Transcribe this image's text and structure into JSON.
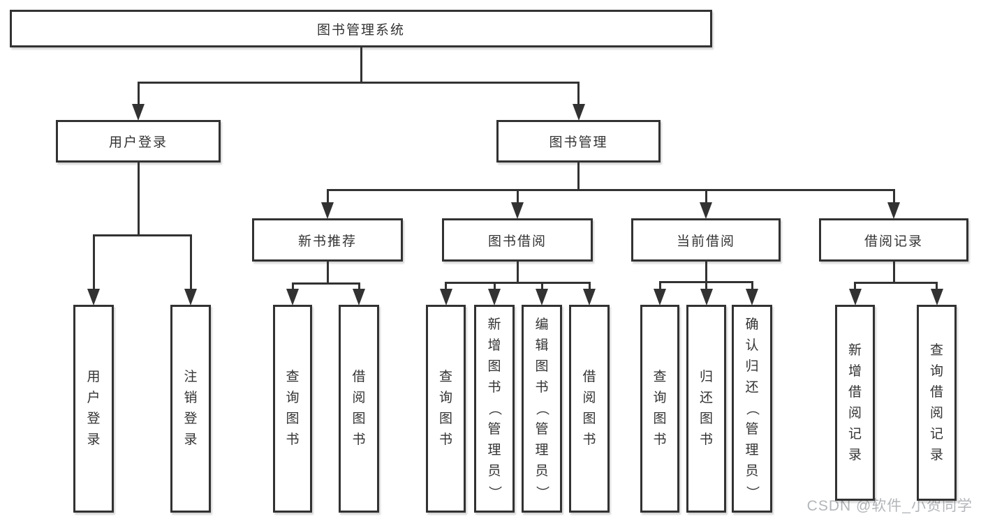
{
  "diagram": {
    "title": "图书管理系统",
    "line_color": "#323232",
    "box_bg": "#ffffff",
    "text_color": "#333333",
    "nodes": [
      {
        "id": "root",
        "label": "图书管理系统",
        "level": 0,
        "parent": null,
        "vertical": false
      },
      {
        "id": "user-login",
        "label": "用户登录",
        "level": 1,
        "parent": "root",
        "vertical": false
      },
      {
        "id": "book-mgmt",
        "label": "图书管理",
        "level": 1,
        "parent": "root",
        "vertical": false
      },
      {
        "id": "new-book-rec",
        "label": "新书推荐",
        "level": 2,
        "parent": "book-mgmt",
        "vertical": false
      },
      {
        "id": "book-borrow",
        "label": "图书借阅",
        "level": 2,
        "parent": "book-mgmt",
        "vertical": false
      },
      {
        "id": "current-borrow",
        "label": "当前借阅",
        "level": 2,
        "parent": "book-mgmt",
        "vertical": false
      },
      {
        "id": "borrow-records",
        "label": "借阅记录",
        "level": 2,
        "parent": "book-mgmt",
        "vertical": false
      },
      {
        "id": "leaf-user-login",
        "label": "用户登录",
        "level": 3,
        "parent": "user-login",
        "vertical": true
      },
      {
        "id": "leaf-logout",
        "label": "注销登录",
        "level": 3,
        "parent": "user-login",
        "vertical": true
      },
      {
        "id": "leaf-query-book-1",
        "label": "查询图书",
        "level": 3,
        "parent": "new-book-rec",
        "vertical": true
      },
      {
        "id": "leaf-borrow-book-1",
        "label": "借阅图书",
        "level": 3,
        "parent": "new-book-rec",
        "vertical": true
      },
      {
        "id": "leaf-query-book-2",
        "label": "查询图书",
        "level": 3,
        "parent": "book-borrow",
        "vertical": true
      },
      {
        "id": "leaf-add-book",
        "label": "新增图书（管理员）",
        "level": 3,
        "parent": "book-borrow",
        "vertical": true
      },
      {
        "id": "leaf-edit-book",
        "label": "编辑图书（管理员）",
        "level": 3,
        "parent": "book-borrow",
        "vertical": true
      },
      {
        "id": "leaf-borrow-book-2",
        "label": "借阅图书",
        "level": 3,
        "parent": "book-borrow",
        "vertical": true
      },
      {
        "id": "leaf-query-book-3",
        "label": "查询图书",
        "level": 3,
        "parent": "current-borrow",
        "vertical": true
      },
      {
        "id": "leaf-return-book",
        "label": "归还图书",
        "level": 3,
        "parent": "current-borrow",
        "vertical": true
      },
      {
        "id": "leaf-confirm-return",
        "label": "确认归还（管理员）",
        "level": 3,
        "parent": "current-borrow",
        "vertical": true
      },
      {
        "id": "leaf-add-record",
        "label": "新增借阅记录",
        "level": 3,
        "parent": "borrow-records",
        "vertical": true
      },
      {
        "id": "leaf-query-record",
        "label": "查询借阅记录",
        "level": 3,
        "parent": "borrow-records",
        "vertical": true
      }
    ]
  },
  "watermark": {
    "text": "CSDN @软件_小贺同学",
    "color": "#b3b6b9"
  }
}
